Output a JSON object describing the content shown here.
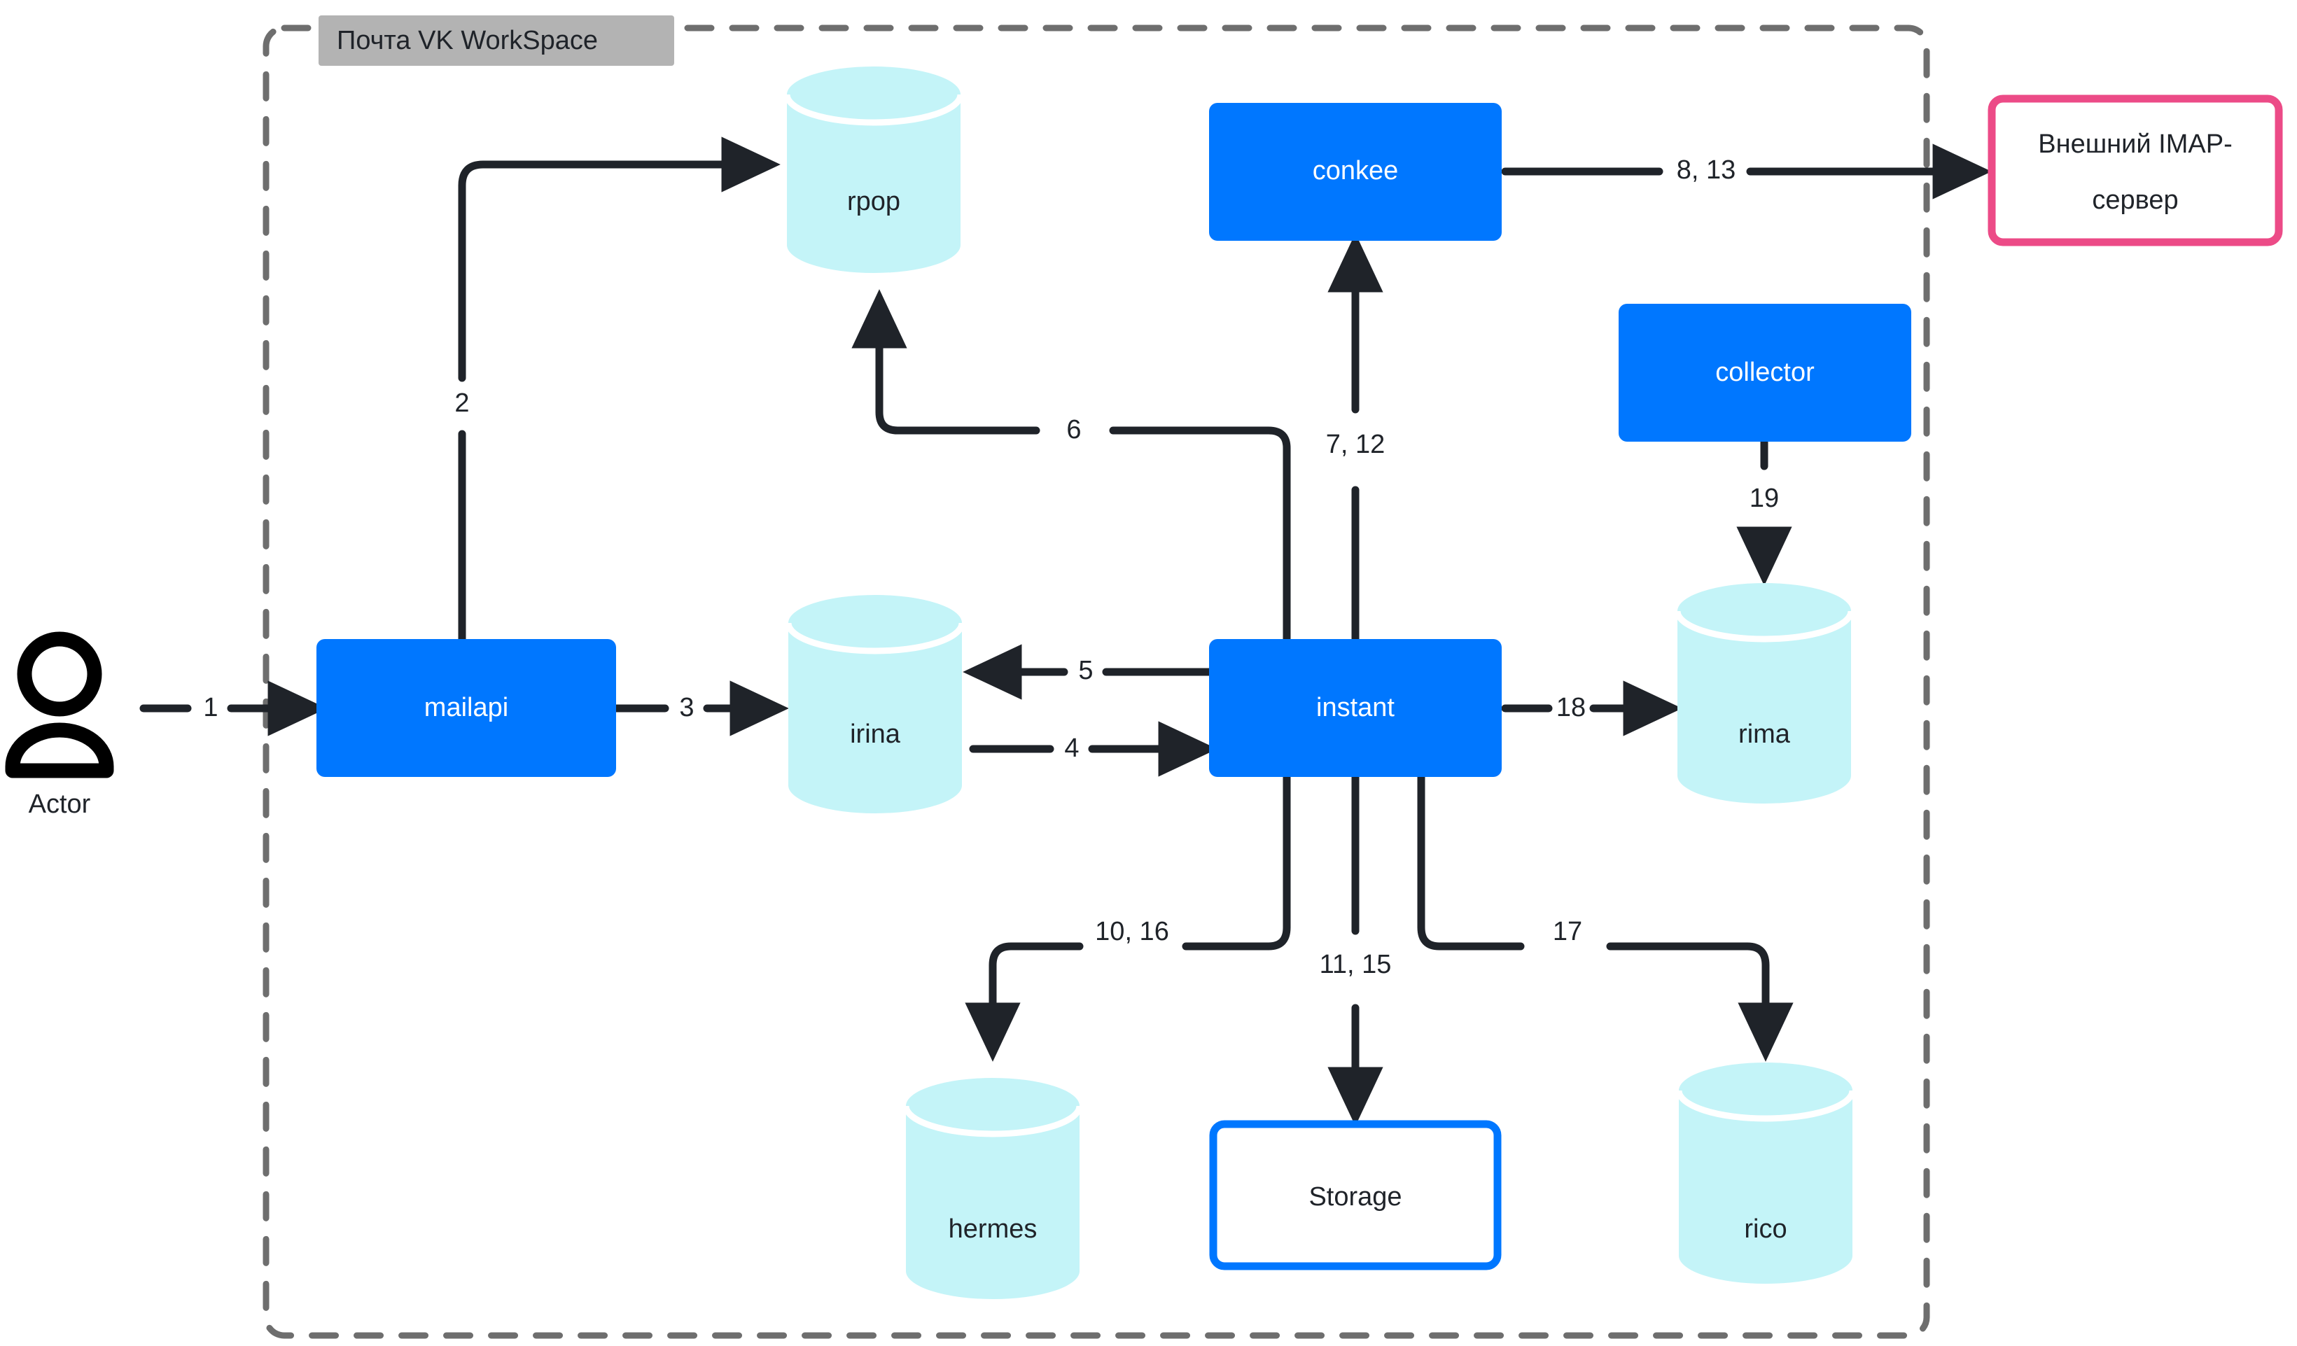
{
  "diagram": {
    "type": "architecture-sequence-diagram",
    "background": "#ffffff",
    "boundary": {
      "label": "Почта VK WorkSpace",
      "badge_bg": "#b3b3b3",
      "border_color": "#6e6e6e",
      "border_style": "dashed"
    },
    "colors": {
      "service_fill": "#0077FF",
      "service_text": "#ffffff",
      "datastore_fill": "#C4F4F8",
      "datastore_text": "#1f2329",
      "external_border": "#EC4B87",
      "external_fill": "#ffffff",
      "queue_border": "#0077FF",
      "queue_fill": "#ffffff",
      "edge_color": "#1f2329",
      "boundary_color": "#6e6e6e"
    },
    "nodes": [
      {
        "id": "actor",
        "label": "Actor",
        "shape": "actor"
      },
      {
        "id": "mailapi",
        "label": "mailapi",
        "shape": "service"
      },
      {
        "id": "rpop",
        "label": "rpop",
        "shape": "datastore"
      },
      {
        "id": "irina",
        "label": "irina",
        "shape": "datastore"
      },
      {
        "id": "instant",
        "label": "instant",
        "shape": "service"
      },
      {
        "id": "conkee",
        "label": "conkee",
        "shape": "service"
      },
      {
        "id": "collector",
        "label": "collector",
        "shape": "service"
      },
      {
        "id": "imap",
        "label": "Внешний IMAP-сервер",
        "shape": "external",
        "lines": [
          "Внешний IMAP-",
          "сервер"
        ]
      },
      {
        "id": "rima",
        "label": "rima",
        "shape": "datastore"
      },
      {
        "id": "hermes",
        "label": "hermes",
        "shape": "datastore"
      },
      {
        "id": "storage",
        "label": "Storage",
        "shape": "queue"
      },
      {
        "id": "rico",
        "label": "rico",
        "shape": "datastore"
      }
    ],
    "edges": [
      {
        "id": "e1",
        "label": "1",
        "from": "actor",
        "to": "mailapi",
        "style": "solid"
      },
      {
        "id": "e2",
        "label": "2",
        "from": "mailapi",
        "to": "rpop",
        "style": "solid"
      },
      {
        "id": "e3",
        "label": "3",
        "from": "mailapi",
        "to": "irina",
        "style": "solid"
      },
      {
        "id": "e4",
        "label": "4",
        "from": "irina",
        "to": "instant",
        "style": "solid"
      },
      {
        "id": "e5",
        "label": "5",
        "from": "instant",
        "to": "irina",
        "style": "solid"
      },
      {
        "id": "e6",
        "label": "6",
        "from": "instant",
        "to": "rpop",
        "style": "solid"
      },
      {
        "id": "e7",
        "label": "7, 12",
        "from": "instant",
        "to": "conkee",
        "style": "solid"
      },
      {
        "id": "e8",
        "label": "8, 13",
        "from": "conkee",
        "to": "imap",
        "style": "solid"
      },
      {
        "id": "e10",
        "label": "10, 16",
        "from": "instant",
        "to": "hermes",
        "style": "solid"
      },
      {
        "id": "e11",
        "label": "11, 15",
        "from": "instant",
        "to": "storage",
        "style": "solid"
      },
      {
        "id": "e17",
        "label": "17",
        "from": "instant",
        "to": "rico",
        "style": "solid"
      },
      {
        "id": "e18",
        "label": "18",
        "from": "instant",
        "to": "rima",
        "style": "solid"
      },
      {
        "id": "e19",
        "label": "19",
        "from": "collector",
        "to": "rima",
        "style": "dashed"
      }
    ]
  }
}
